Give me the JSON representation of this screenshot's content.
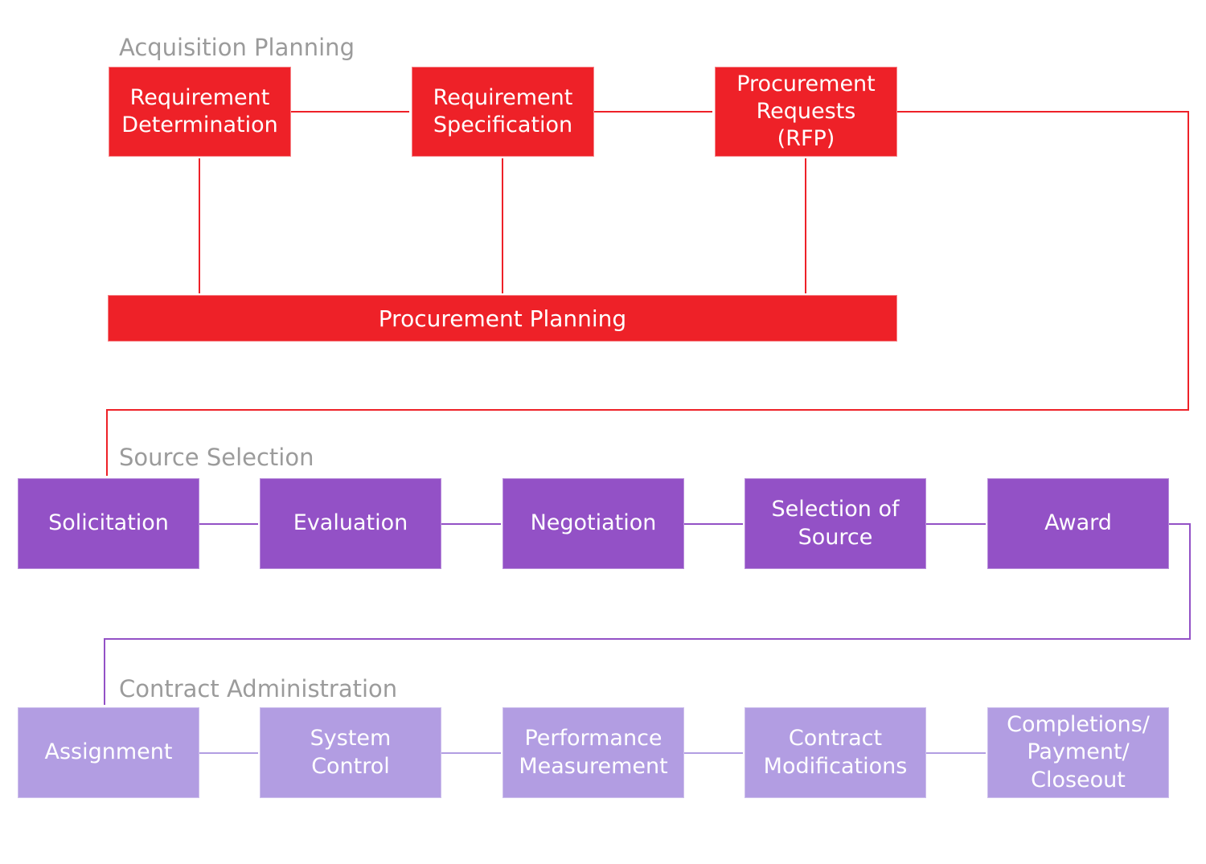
{
  "colors": {
    "red": "#ee2128",
    "purple": "#9351c6",
    "light_purple": "#b29de2",
    "label_gray": "#9b9b9b",
    "text_white": "#ffffff"
  },
  "diagram": {
    "acquisition": {
      "section_label": "Acquisition Planning",
      "boxes": [
        {
          "label": "Requirement\nDetermination"
        },
        {
          "label": "Requirement\nSpecification"
        },
        {
          "label": "Procurement\nRequests\n(RFP)"
        }
      ],
      "bar_label": "Procurement Planning"
    },
    "source_selection": {
      "section_label": "Source Selection",
      "boxes": [
        {
          "label": "Solicitation"
        },
        {
          "label": "Evaluation"
        },
        {
          "label": "Negotiation"
        },
        {
          "label": "Selection of\nSource"
        },
        {
          "label": "Award"
        }
      ]
    },
    "contract_admin": {
      "section_label": "Contract Administration",
      "boxes": [
        {
          "label": "Assignment"
        },
        {
          "label": "System\nControl"
        },
        {
          "label": "Performance\nMeasurement"
        },
        {
          "label": "Contract\nModifications"
        },
        {
          "label": "Completions/\nPayment/\nCloseout"
        }
      ]
    }
  }
}
